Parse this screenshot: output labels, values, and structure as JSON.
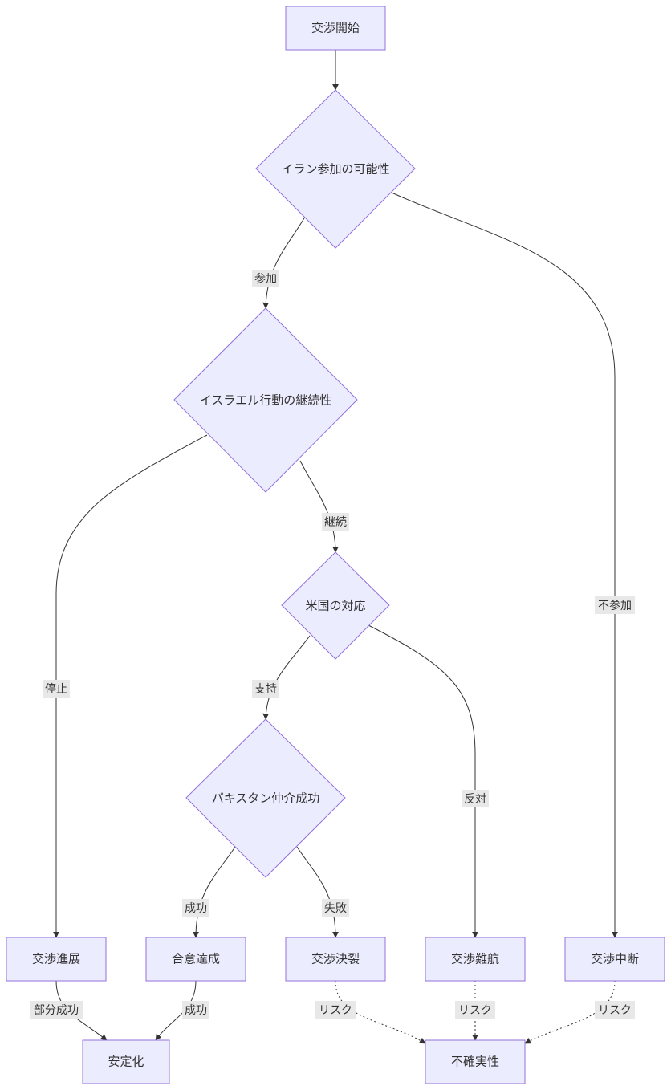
{
  "nodes": {
    "start": "交渉開始",
    "iran_participation": "イラン参加の可能性",
    "israel_action": "イスラエル行動の継続性",
    "us_response": "米国の対応",
    "pakistan_mediation": "パキスタン仲介成功",
    "progress": "交渉進展",
    "agreement": "合意達成",
    "breakdown": "交渉決裂",
    "difficult": "交渉難航",
    "suspended": "交渉中断",
    "stabilization": "安定化",
    "uncertainty": "不確実性"
  },
  "edges": {
    "participate": "参加",
    "not_participate": "不参加",
    "stop": "停止",
    "continue": "継続",
    "support": "支持",
    "oppose": "反対",
    "success": "成功",
    "failure": "失敗",
    "partial_success": "部分成功",
    "agreement_success": "成功",
    "risk_breakdown": "リスク",
    "risk_difficult": "リスク",
    "risk_suspended": "リスク"
  }
}
